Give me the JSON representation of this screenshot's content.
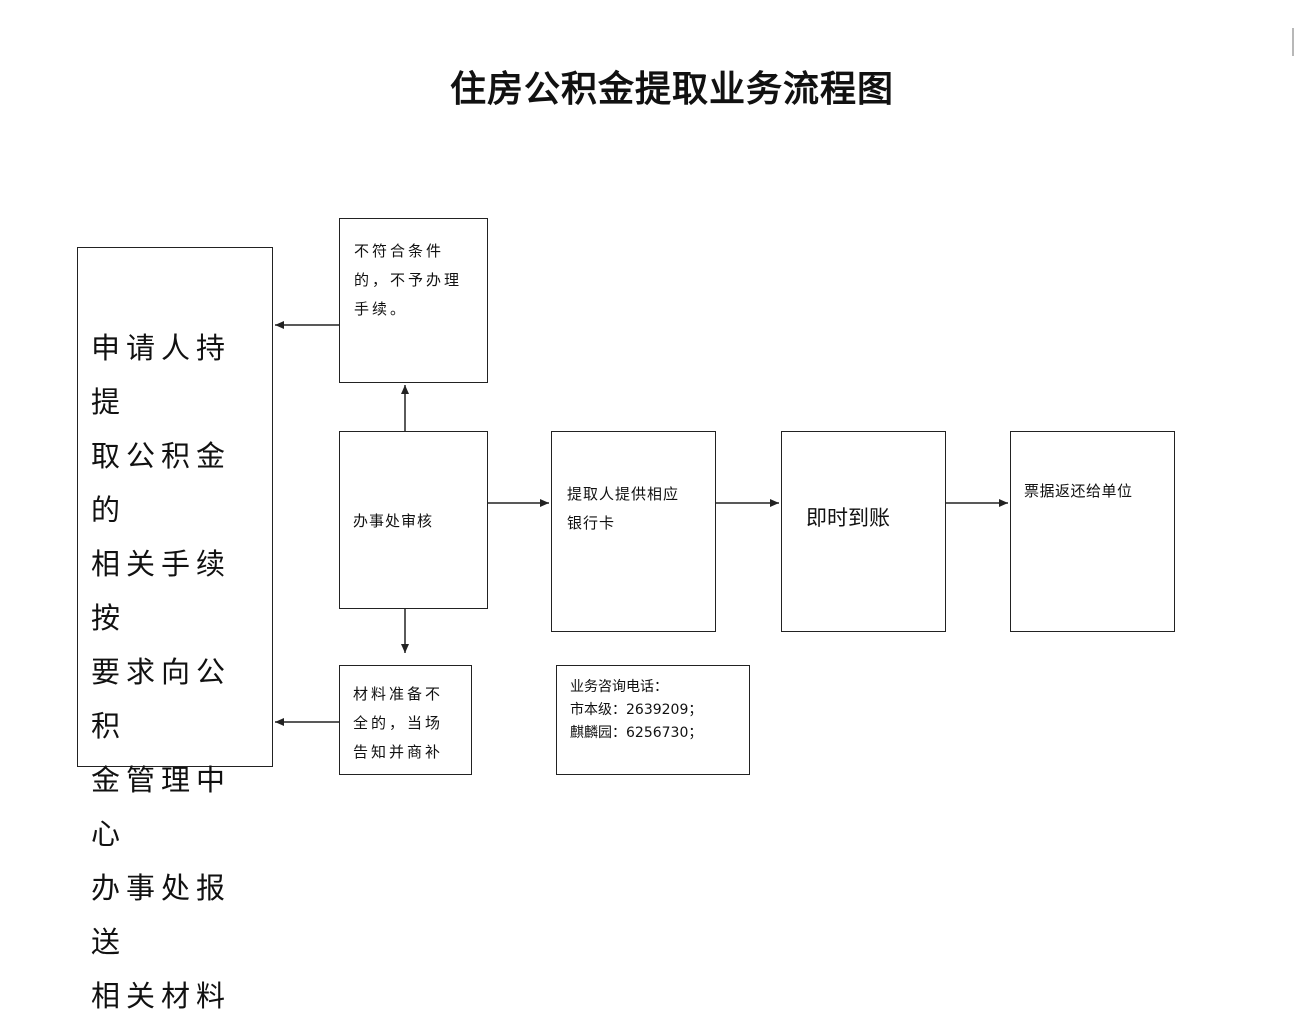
{
  "title": "住房公积金提取业务流程图",
  "nodes": {
    "applicant": "申请人持提\n取公积金的\n相关手续按\n要求向公积\n金管理中心\n办事处报送\n相关材料",
    "reject": "不符合条件\n的，不予办理\n手续。",
    "review": "办事处审核",
    "bank": "提取人提供相应\n银行卡",
    "instant": "即时到账",
    "bill": "票据返还给单位",
    "incomplete": "材料准备不\n全的，当场\n告知并商补"
  },
  "contact": {
    "heading": "业务咨询电话：",
    "lines": [
      "市本级：2639209；",
      "麒麟园：6256730；"
    ]
  },
  "edges": [
    {
      "from": "review",
      "to": "reject",
      "direction": "up"
    },
    {
      "from": "review",
      "to": "incomplete",
      "direction": "down"
    },
    {
      "from": "review",
      "to": "bank",
      "direction": "right"
    },
    {
      "from": "bank",
      "to": "instant",
      "direction": "right"
    },
    {
      "from": "instant",
      "to": "bill",
      "direction": "right"
    },
    {
      "from": "reject",
      "to": "applicant",
      "direction": "left"
    },
    {
      "from": "incomplete",
      "to": "applicant",
      "direction": "left"
    }
  ]
}
